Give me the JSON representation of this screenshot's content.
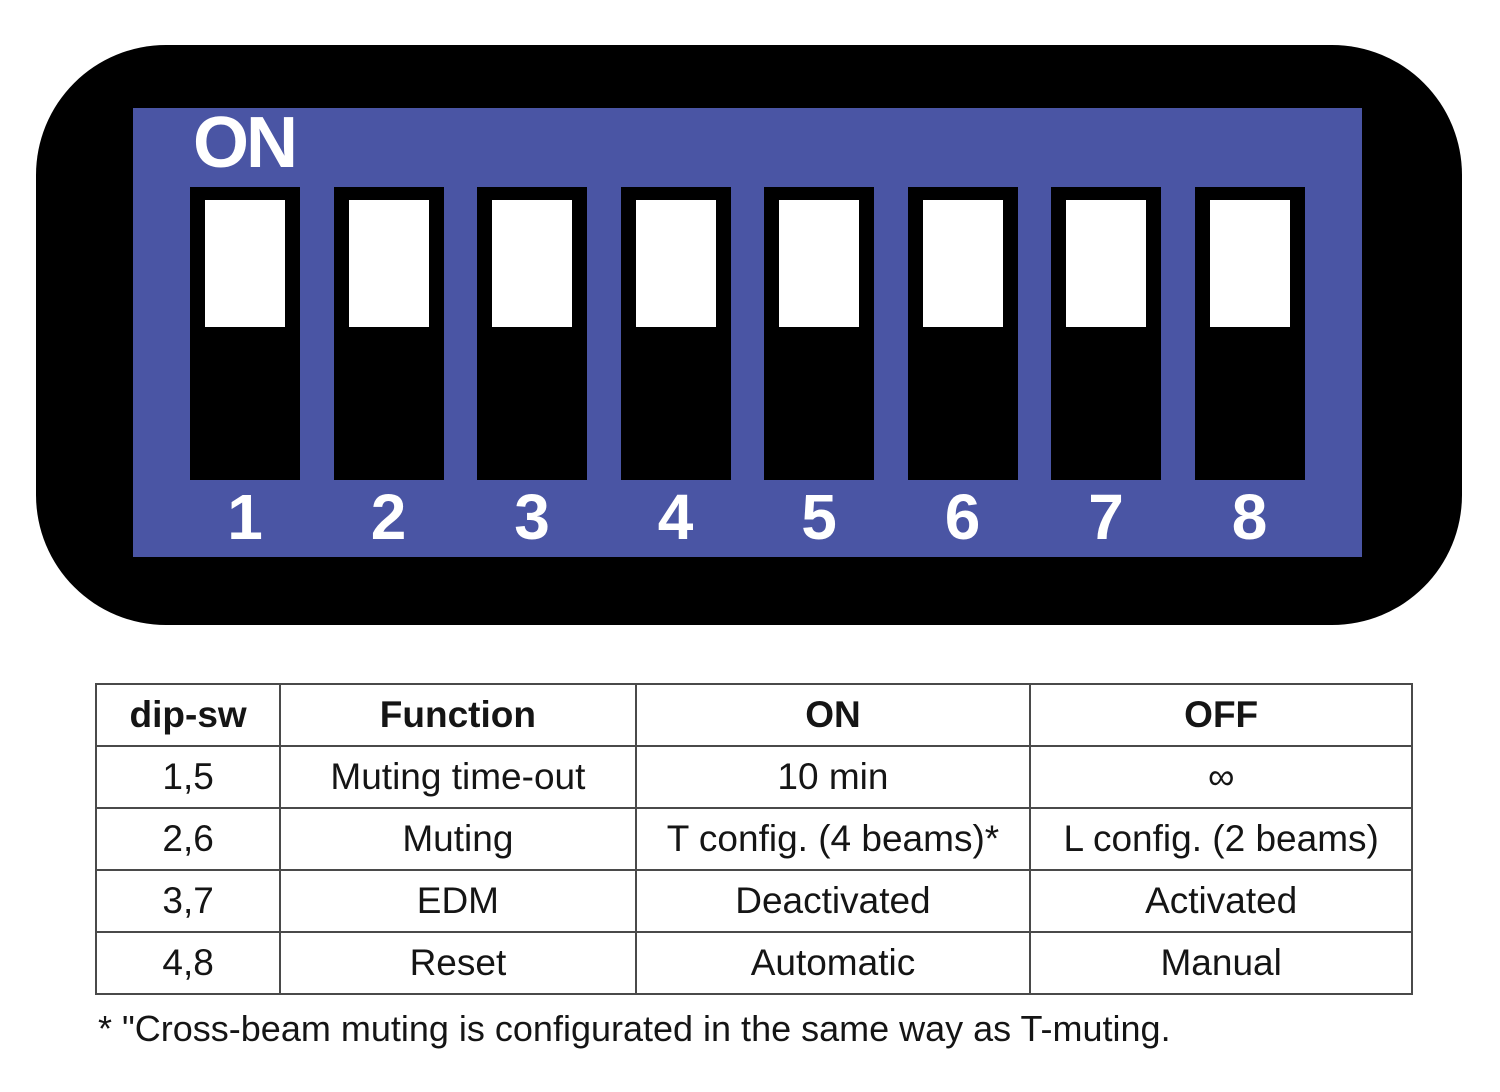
{
  "panel": {
    "on_label": "ON",
    "switches": [
      {
        "number": "1",
        "position": "up"
      },
      {
        "number": "2",
        "position": "up"
      },
      {
        "number": "3",
        "position": "up"
      },
      {
        "number": "4",
        "position": "up"
      },
      {
        "number": "5",
        "position": "up"
      },
      {
        "number": "6",
        "position": "up"
      },
      {
        "number": "7",
        "position": "up"
      },
      {
        "number": "8",
        "position": "up"
      }
    ],
    "colors": {
      "panel_black": "#000000",
      "panel_blue": "#4a55a4",
      "toggle_white": "#ffffff"
    }
  },
  "table": {
    "headers": [
      "dip-sw",
      "Function",
      "ON",
      "OFF"
    ],
    "column_width_percents": [
      14,
      27,
      30,
      29
    ],
    "rows": [
      [
        "1,5",
        "Muting time-out",
        "10 min",
        "∞"
      ],
      [
        "2,6",
        "Muting",
        "T config. (4 beams)*",
        "L config. (2 beams)"
      ],
      [
        "3,7",
        "EDM",
        "Deactivated",
        "Activated"
      ],
      [
        "4,8",
        "Reset",
        "Automatic",
        "Manual"
      ]
    ]
  },
  "footnote": "* \"Cross-beam muting is configurated in the same way as T-muting."
}
